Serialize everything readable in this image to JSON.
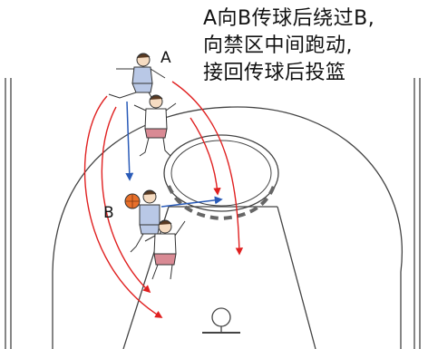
{
  "caption": {
    "lines": [
      "A向B传球后绕过B,",
      "向禁区中间跑动,",
      "接回传球后投篮"
    ]
  },
  "players": {
    "a_label": "A",
    "b_label": "B"
  },
  "colors": {
    "court_line": "#444444",
    "run_path": "#e02020",
    "pass_path": "#2a5bb8",
    "jersey_blue": "#b9c8e6",
    "shorts_red": "#d98a94",
    "ball": "#e8702a",
    "skin": "#f6dcc2",
    "hair": "#5a3a22"
  }
}
